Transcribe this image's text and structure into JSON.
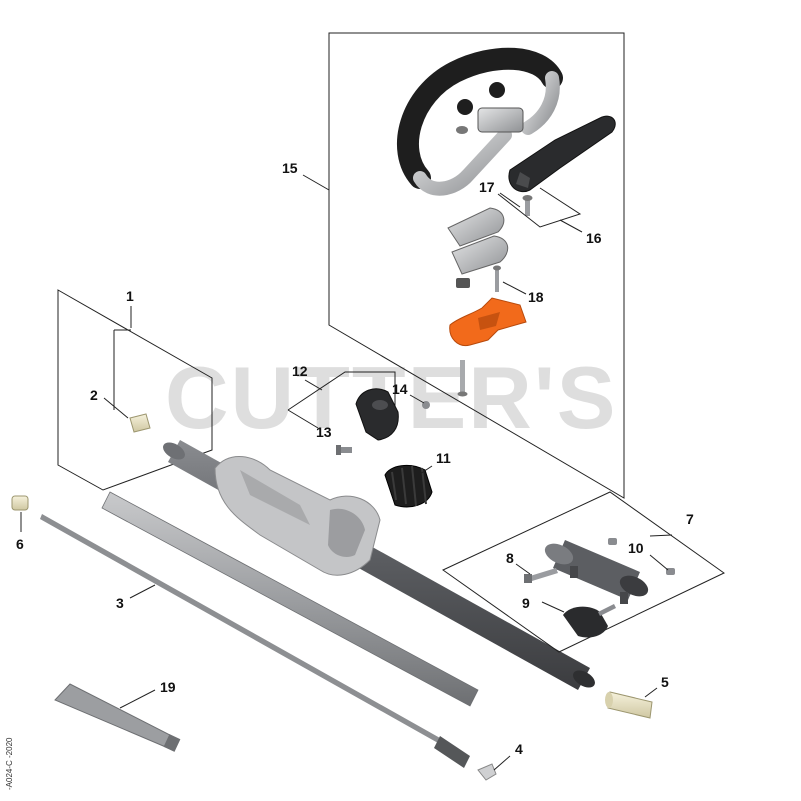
{
  "watermark": "CUTTER'S",
  "drawing_code": "-A024-C -2020",
  "callouts": {
    "c1": "1",
    "c2": "2",
    "c3": "3",
    "c4": "4",
    "c5": "5",
    "c6": "6",
    "c7": "7",
    "c8": "8",
    "c9": "9",
    "c10": "10",
    "c11": "11",
    "c12": "12",
    "c13": "13",
    "c14": "14",
    "c15": "15",
    "c16": "16",
    "c17": "17",
    "c18": "18",
    "c19": "19"
  },
  "colors": {
    "accent_orange": "#f26a1b",
    "tube_dark": "#5c5e62",
    "housing_grey": "#b8b9bb",
    "handle_black": "#1e1e1e",
    "sleeve_cream": "#e8e2c4"
  }
}
